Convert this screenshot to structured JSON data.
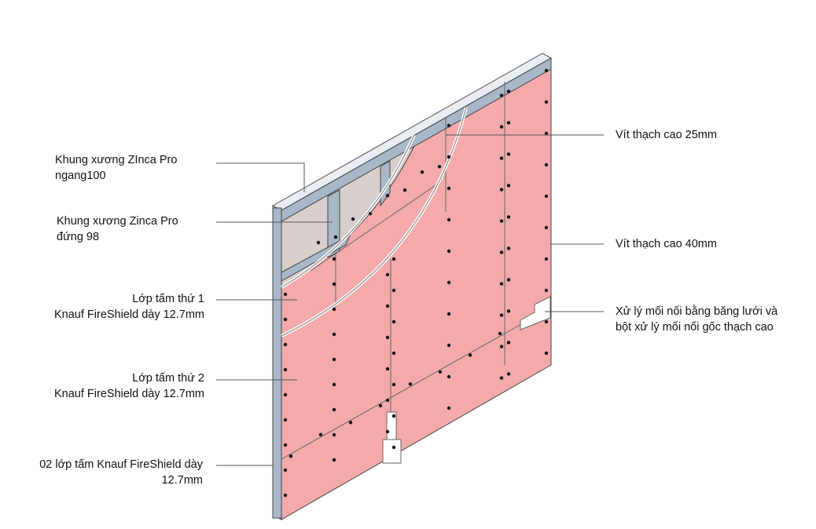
{
  "colors": {
    "board": "#f4aaab",
    "cavity": "#d8cfcc",
    "steel": "#a9b8c8",
    "line": "#555555",
    "screw": "#111111"
  },
  "labels": {
    "track": [
      "Khung xương ZInca Pro",
      "ngang100"
    ],
    "stud": [
      "Khung xương Zinca Pro",
      "đứng 98"
    ],
    "layer1": [
      "Lớp tấm thứ 1",
      "Knauf FireShield dày 12.7mm"
    ],
    "layer2": [
      "Lớp tấm thứ 2",
      "Knauf FireShield dày 12.7mm"
    ],
    "double_layer": [
      "02 lớp tấm Knauf FireShield dày",
      "12.7mm"
    ],
    "screw25": "Vít thạch cao 25mm",
    "screw40": "Vít thạch cao 40mm",
    "joint": [
      "Xử lý mối nối bằng băng lưới và",
      "bột xử lý mối nối gốc thạch cao"
    ]
  }
}
